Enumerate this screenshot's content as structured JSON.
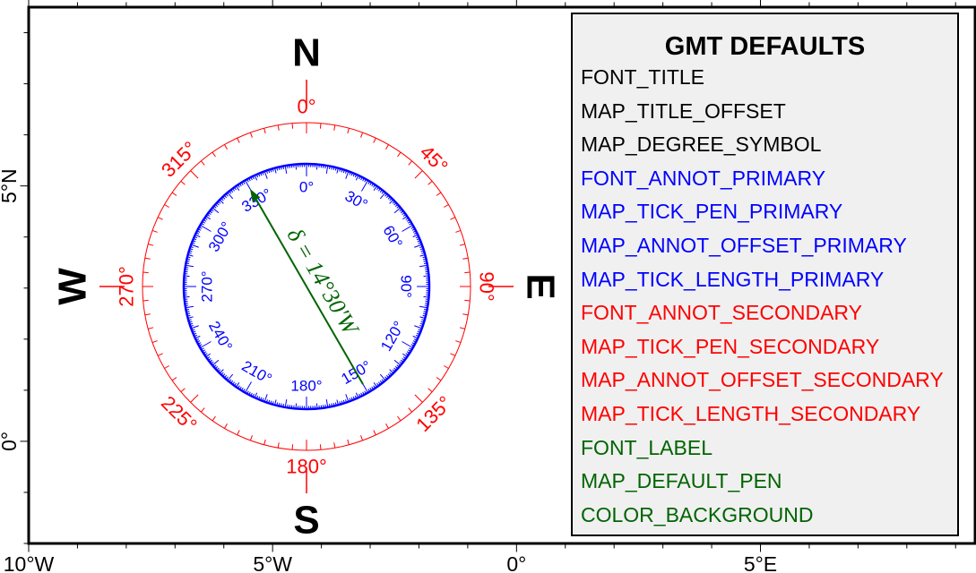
{
  "map": {
    "x_axis": {
      "min": -10,
      "max": 9.4,
      "labels": [
        {
          "value": -10,
          "text": "10°W"
        },
        {
          "value": -5,
          "text": "5°W"
        },
        {
          "value": 0,
          "text": "0°"
        },
        {
          "value": 5,
          "text": "5°E"
        }
      ]
    },
    "y_axis": {
      "min": -2,
      "max": 8.5,
      "labels": [
        {
          "value": 0,
          "text": "0°"
        },
        {
          "value": 5,
          "text": "5°N"
        }
      ]
    }
  },
  "compass": {
    "cardinals": {
      "north": "N",
      "east": "E",
      "south": "S",
      "west": "W"
    },
    "secondary_color": "#ff0000",
    "primary_color": "#0000ff",
    "declination_color": "#006400",
    "outer_labels": [
      "0°",
      "45°",
      "90°",
      "135°",
      "180°",
      "225°",
      "270°",
      "315°"
    ],
    "inner_labels": [
      "0°",
      "30°",
      "60°",
      "90°",
      "120°",
      "150°",
      "180°",
      "210°",
      "240°",
      "270°",
      "300°",
      "330°"
    ],
    "declination_label": "δ = 14°30'W",
    "declination_azimuth_deg": 330
  },
  "legend": {
    "title": "GMT DEFAULTS",
    "background": "#f0f0f0",
    "items": [
      {
        "text": "FONT_TITLE",
        "color": "#000000"
      },
      {
        "text": "MAP_TITLE_OFFSET",
        "color": "#000000"
      },
      {
        "text": "MAP_DEGREE_SYMBOL",
        "color": "#000000"
      },
      {
        "text": "FONT_ANNOT_PRIMARY",
        "color": "#0000ff"
      },
      {
        "text": "MAP_TICK_PEN_PRIMARY",
        "color": "#0000ff"
      },
      {
        "text": "MAP_ANNOT_OFFSET_PRIMARY",
        "color": "#0000ff"
      },
      {
        "text": "MAP_TICK_LENGTH_PRIMARY",
        "color": "#0000ff"
      },
      {
        "text": "FONT_ANNOT_SECONDARY",
        "color": "#ff0000"
      },
      {
        "text": "MAP_TICK_PEN_SECONDARY",
        "color": "#ff0000"
      },
      {
        "text": "MAP_ANNOT_OFFSET_SECONDARY",
        "color": "#ff0000"
      },
      {
        "text": "MAP_TICK_LENGTH_SECONDARY",
        "color": "#ff0000"
      },
      {
        "text": "FONT_LABEL",
        "color": "#006400"
      },
      {
        "text": "MAP_DEFAULT_PEN",
        "color": "#006400"
      },
      {
        "text": "COLOR_BACKGROUND",
        "color": "#006400"
      }
    ]
  }
}
